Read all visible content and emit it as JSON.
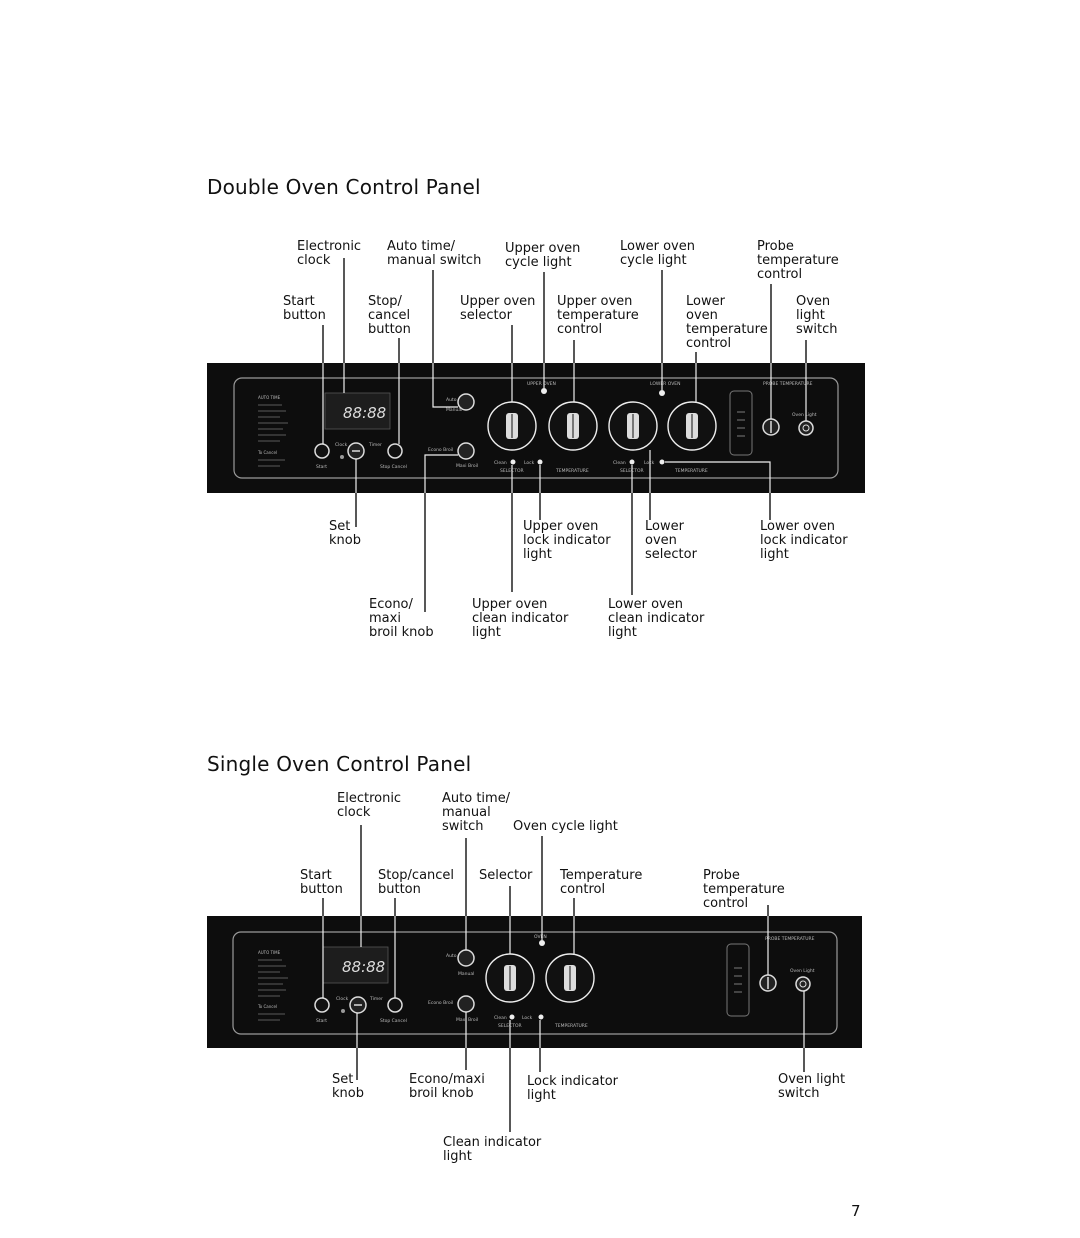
{
  "page_number": "7",
  "double": {
    "title": "Double Oven Control Panel",
    "labels": {
      "electronic_clock": "Electronic\nclock",
      "auto_time": "Auto time/\nmanual switch",
      "upper_cycle": "Upper oven\ncycle light",
      "lower_cycle": "Lower oven\ncycle light",
      "probe": "Probe\ntemperature\ncontrol",
      "start": "Start\nbutton",
      "stop": "Stop/\ncancel\nbutton",
      "upper_selector": "Upper oven\nselector",
      "upper_temp": "Upper oven\ntemperature\ncontrol",
      "lower_temp": "Lower\noven\ntemperature\ncontrol",
      "oven_light": "Oven\nlight\nswitch",
      "set_knob": "Set\nknob",
      "upper_lock": "Upper oven\nlock indicator\nlight",
      "lower_selector": "Lower\noven\nselector",
      "lower_lock": "Lower oven\nlock indicator\nlight",
      "econo": "Econo/\nmaxi\nbroil knob",
      "upper_clean": "Upper oven\nclean indicator\nlight",
      "lower_clean": "Lower oven\nclean indicator\nlight"
    },
    "panel": {
      "display": "88:88",
      "auto_time": "AUTO TIME",
      "to_cancel": "To Cancel",
      "start": "Start",
      "clock": "Clock",
      "timer": "Timer",
      "stop_cancel": "Stop Cancel",
      "auto": "Auto",
      "manual": "Manual",
      "econo_broil": "Econo Broil",
      "maxi_broil": "Maxi Broil",
      "upper_oven": "UPPER OVEN",
      "lower_oven": "LOWER OVEN",
      "clean": "Clean",
      "lock": "Lock",
      "selector": "SELECTOR",
      "temperature": "TEMPERATURE",
      "probe_temperature": "PROBE TEMPERATURE",
      "oven_light": "Oven Light"
    }
  },
  "single": {
    "title": "Single Oven  Control Panel",
    "labels": {
      "electronic_clock": "Electronic\nclock",
      "auto_time": "Auto time/\nmanual\nswitch",
      "cycle": "Oven cycle light",
      "start": "Start\nbutton",
      "stop": "Stop/cancel\nbutton",
      "selector": "Selector",
      "temp": "Temperature\ncontrol",
      "probe": "Probe\ntemperature\ncontrol",
      "set_knob": "Set\nknob",
      "econo": "Econo/maxi\nbroil knob",
      "lock": "Lock indicator\nlight",
      "oven_light": "Oven light\nswitch",
      "clean": "Clean indicator\nlight"
    },
    "panel": {
      "display": "88:88",
      "auto_time": "AUTO TIME",
      "to_cancel": "To Cancel",
      "start": "Start",
      "clock": "Clock",
      "timer": "Timer",
      "stop_cancel": "Stop Cancel",
      "auto": "Auto",
      "manual": "Manual",
      "econo_broil": "Econo Broil",
      "maxi_broil": "Maxi Broil",
      "oven": "OVEN",
      "clean": "Clean",
      "lock": "Lock",
      "selector": "SELECTOR",
      "temperature": "TEMPERATURE",
      "probe_temperature": "PROBE TEMPERATURE",
      "oven_light": "Oven Light"
    }
  }
}
